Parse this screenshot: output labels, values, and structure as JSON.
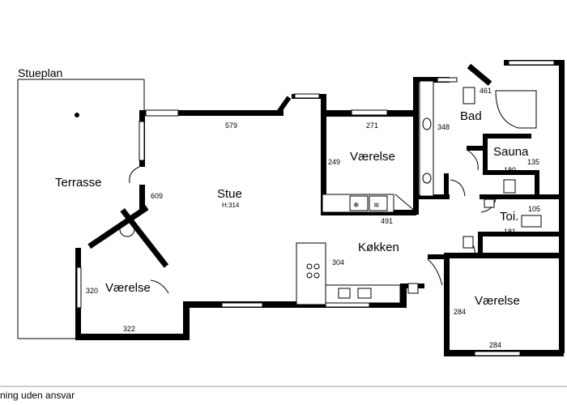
{
  "title": "Stueplan",
  "footer": "ning uden ansvar",
  "rooms": {
    "terrasse": "Terrasse",
    "stue": "Stue",
    "stue_height": "H:314",
    "vaerelse_top": "Værelse",
    "bad": "Bad",
    "sauna": "Sauna",
    "toilet": "Toi.",
    "kokken": "Køkken",
    "vaerelse_left": "Værelse",
    "vaerelse_right": "Værelse"
  },
  "dimensions": {
    "d579": "579",
    "d271": "271",
    "d461": "461",
    "d348": "348",
    "d249": "249",
    "d609": "609",
    "d491": "491",
    "d180": "180",
    "d135": "135",
    "d105": "105",
    "d181": "181",
    "d304": "304",
    "d320": "320",
    "d322": "322",
    "d284_side": "284",
    "d284_bottom": "284"
  }
}
